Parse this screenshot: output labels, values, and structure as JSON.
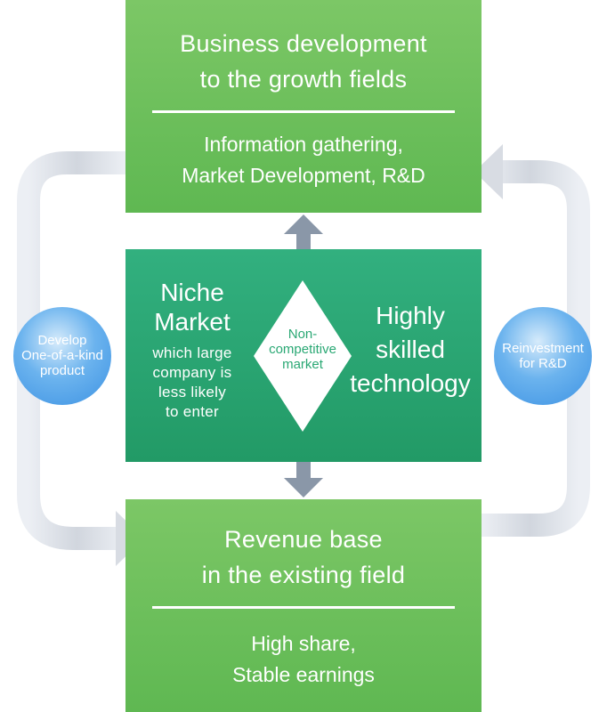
{
  "top_box": {
    "title_line1": "Business development",
    "title_line2": "to the growth fields",
    "sub_line1": "Information gathering,",
    "sub_line2": "Market Development, R&D"
  },
  "bottom_box": {
    "title_line1": "Revenue base",
    "title_line2": "in the existing field",
    "sub_line1": "High share,",
    "sub_line2": "Stable earnings"
  },
  "niche": {
    "title_line1": "Niche",
    "title_line2": "Market",
    "desc_line1": "which large",
    "desc_line2": "company is",
    "desc_line3": "less likely",
    "desc_line4": "to enter"
  },
  "skill": {
    "line1": "Highly",
    "line2": "skilled",
    "line3": "technology"
  },
  "diamond": {
    "line1": "Non-",
    "line2": "competitive",
    "line3": "market"
  },
  "left_circle": {
    "line1": "Develop",
    "line2": "One-of-a-kind",
    "line3": "product"
  },
  "right_circle": {
    "line1": "Reinvestment",
    "line2": "for R&D"
  },
  "colors": {
    "box_green": "#6cbf5c",
    "center_green": "#2aa874",
    "loop_arrow": "#d3d8e0",
    "center_arrow": "#8a97a8",
    "circle_blue": "#4a9be6"
  }
}
